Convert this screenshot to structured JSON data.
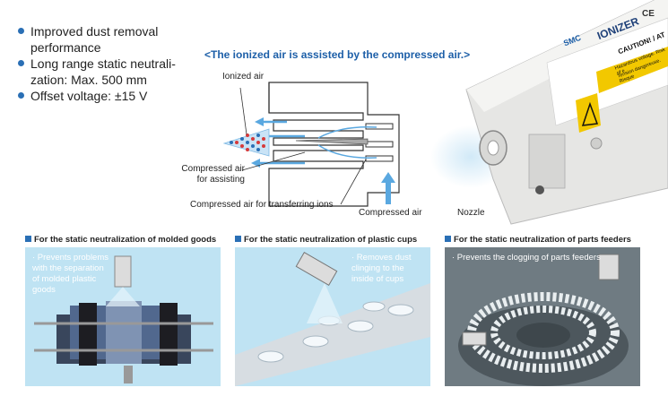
{
  "features": [
    "Improved dust removal performance",
    "Long range static neutralization: Max. 500 mm",
    "Offset voltage: ±15 V"
  ],
  "features_display": [
    [
      "Improved dust removal",
      "performance"
    ],
    [
      "Long range static neutrali-",
      "zation: Max. 500 mm"
    ],
    [
      "Offset voltage: ±15 V"
    ]
  ],
  "diagram": {
    "headline": "<The ionized air is assisted by the compressed air.>",
    "label_ionized_air": "Ionized air",
    "label_compressed_assist_line1": "Compressed air",
    "label_compressed_assist_line2": "for assisting",
    "label_transfer": "Compressed air for transferring ions",
    "label_compressed_air": "Compressed air",
    "label_nozzle": "Nozzle"
  },
  "product": {
    "brand": "SMC",
    "name": "IONIZER",
    "caution": "CAUTION! / AT",
    "warning_line1": "Hazardous voltage. Risk of e",
    "warning_line2": "Tension dangereuse. Risque",
    "cert": "CE"
  },
  "applications": [
    {
      "title": "For the static neutralization of molded goods",
      "note": [
        "· Prevents problems",
        "with the separation",
        "of molded plastic",
        "goods"
      ]
    },
    {
      "title": "For the static neutralization of plastic cups",
      "note": [
        "· Removes dust",
        "clinging to the",
        "inside of cups"
      ]
    },
    {
      "title": "For the static neutralization of parts feeders",
      "note": [
        "· Prevents the clogging of parts feeders"
      ]
    }
  ],
  "colors": {
    "accent": "#1d5fa8",
    "panel_bg": "#bfe3f3",
    "air_arrow": "#5aa8e0",
    "ion_dot": "#d63a3a",
    "ion_dot_alt": "#2a6fb5"
  }
}
